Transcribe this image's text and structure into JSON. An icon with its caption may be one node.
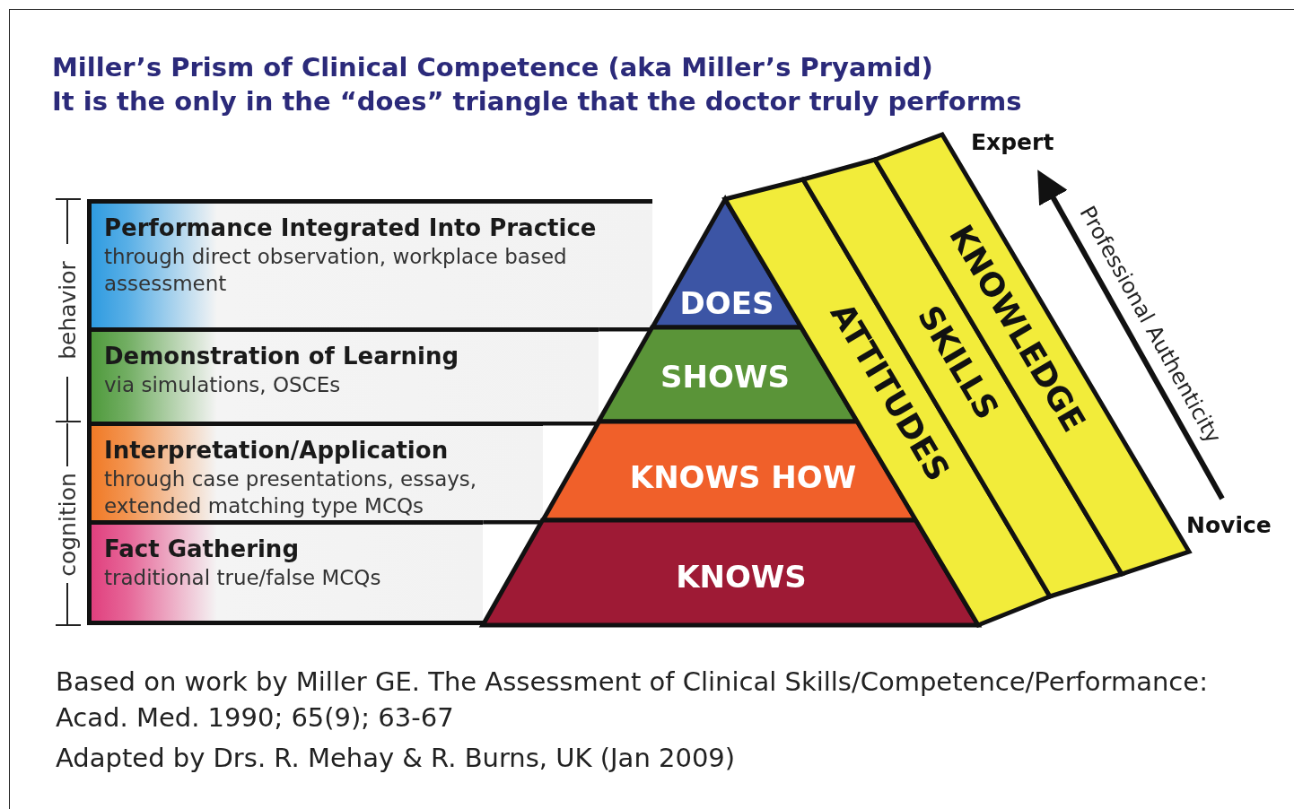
{
  "diagram": {
    "title": "Miller’s Prism of Clinical Competence (aka Miller’s Pryamid)",
    "caption": "Based on work by Miller GE. The Assessment of Clinical Skills/Competence/Performance: Acad. Med. 1990; 65(9); 63-67",
    "nodes": [
      {
        "text": [
          "Performance Integrated Into Practice",
          "through direct observation, workplace based assessment"
        ]
      },
      {
        "text": [
          "Demonstration of Learning",
          "via simulations, OSCEs"
        ]
      },
      {
        "text": [
          "Interpretation/Application",
          "through case presentations, essays, extended matching type MCQs"
        ]
      },
      {
        "text": [
          "Fact Gathering",
          "traditional true/false MCQs"
        ]
      },
      {
        "text": [
          "DOES"
        ]
      },
      {
        "text": [
          "SHOWS"
        ]
      },
      {
        "text": [
          "KNOWS HOW"
        ]
      },
      {
        "text": [
          "KNOWS"
        ]
      },
      {
        "text": [
          "ATTITUDES"
        ]
      },
      {
        "text": [
          "SKILLS"
        ]
      },
      {
        "text": [
          "KNOWLEDGE"
        ]
      }
    ],
    "edges": [],
    "labels": [
      "It is the only in the “does” triangle that the doctor truly performs",
      "Expert",
      "Professional Authenticity",
      "behavior",
      "Novice",
      "cognition",
      "Adapted by Drs. R. Mehay & R. Burns, UK (Jan 2009)"
    ]
  }
}
